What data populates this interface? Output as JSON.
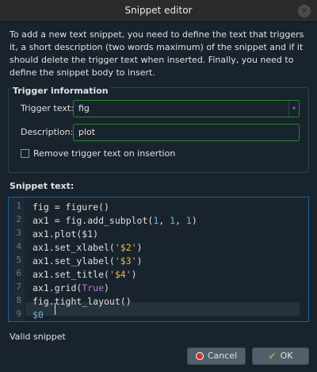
{
  "window": {
    "title": "Snippet editor"
  },
  "description": "To add a new text snippet, you need to define the text that triggers it, a short description (two words maximum) of the snippet and if it should delete the trigger text when inserted. Finally, you need to define the snippet body to insert.",
  "trigger_group": {
    "title": "Trigger information",
    "trigger_label": "Trigger text:",
    "trigger_value": "fig",
    "description_label": "Description:",
    "description_value": "plot",
    "remove_label": "Remove trigger text on insertion",
    "remove_checked": false
  },
  "snippet": {
    "label": "Snippet text:",
    "line_numbers": [
      "1",
      "2",
      "3",
      "4",
      "5",
      "6",
      "7",
      "8",
      "9"
    ],
    "lines": [
      "fig = figure()",
      "ax1 = fig.add_subplot(1, 1, 1)",
      "ax1.plot($1)",
      "ax1.set_xlabel('$2')",
      "ax1.set_ylabel('$3')",
      "ax1.set_title('$4')",
      "ax1.grid(True)",
      "fig.tight_layout()",
      "$0"
    ]
  },
  "status": "Valid snippet",
  "buttons": {
    "cancel": "Cancel",
    "ok": "OK"
  },
  "colors": {
    "accent": "#1464a0",
    "valid_border": "#1f8b2a",
    "background": "#19232d"
  }
}
